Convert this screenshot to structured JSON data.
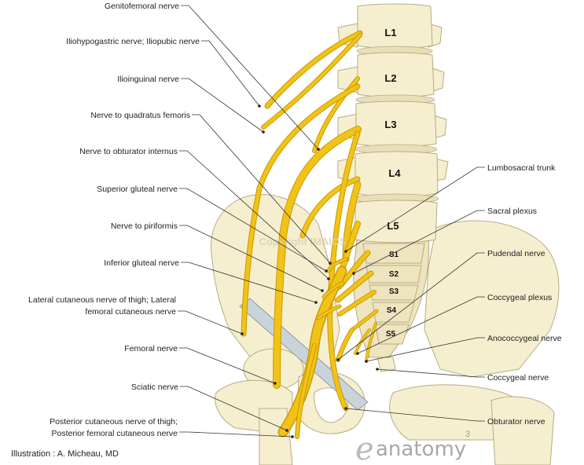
{
  "vertebrae": [
    "L1",
    "L2",
    "L3",
    "L4",
    "L5",
    "S1",
    "S2",
    "S3",
    "S4",
    "S5"
  ],
  "labels_left": [
    "Genitofemoral nerve",
    "Iliohypogastric nerve; Iliopubic nerve",
    "Ilioinguinal nerve",
    "Nerve to quadratus femoris",
    "Nerve to obturator internus",
    "Superior gluteal nerve",
    "Nerve to piriformis",
    "Inferior gluteal nerve",
    "Lateral cutaneous nerve of thigh; Lateral",
    "femoral cutaneous nerve",
    "Femoral nerve",
    "Sciatic nerve",
    "Posterior cutaneous nerve of thigh;",
    "Posterior femoral cutaneous nerve"
  ],
  "labels_right": [
    "Lumbosacral trunk",
    "Sacral plexus",
    "Pudendal nerve",
    "Coccygeal plexus",
    "Anococcygeal nerve",
    "Coccygeal nerve",
    "Obturator nerve"
  ],
  "credit": "Illustration : A. Micheau, MD",
  "watermark": "Copyright IMAIOS",
  "logo_text": "anatomy",
  "logo_mark": "e",
  "page_number": "3",
  "colors": {
    "nerve": "#f2c316",
    "bone": "#f6efcf",
    "ligament": "#c9d3da"
  }
}
